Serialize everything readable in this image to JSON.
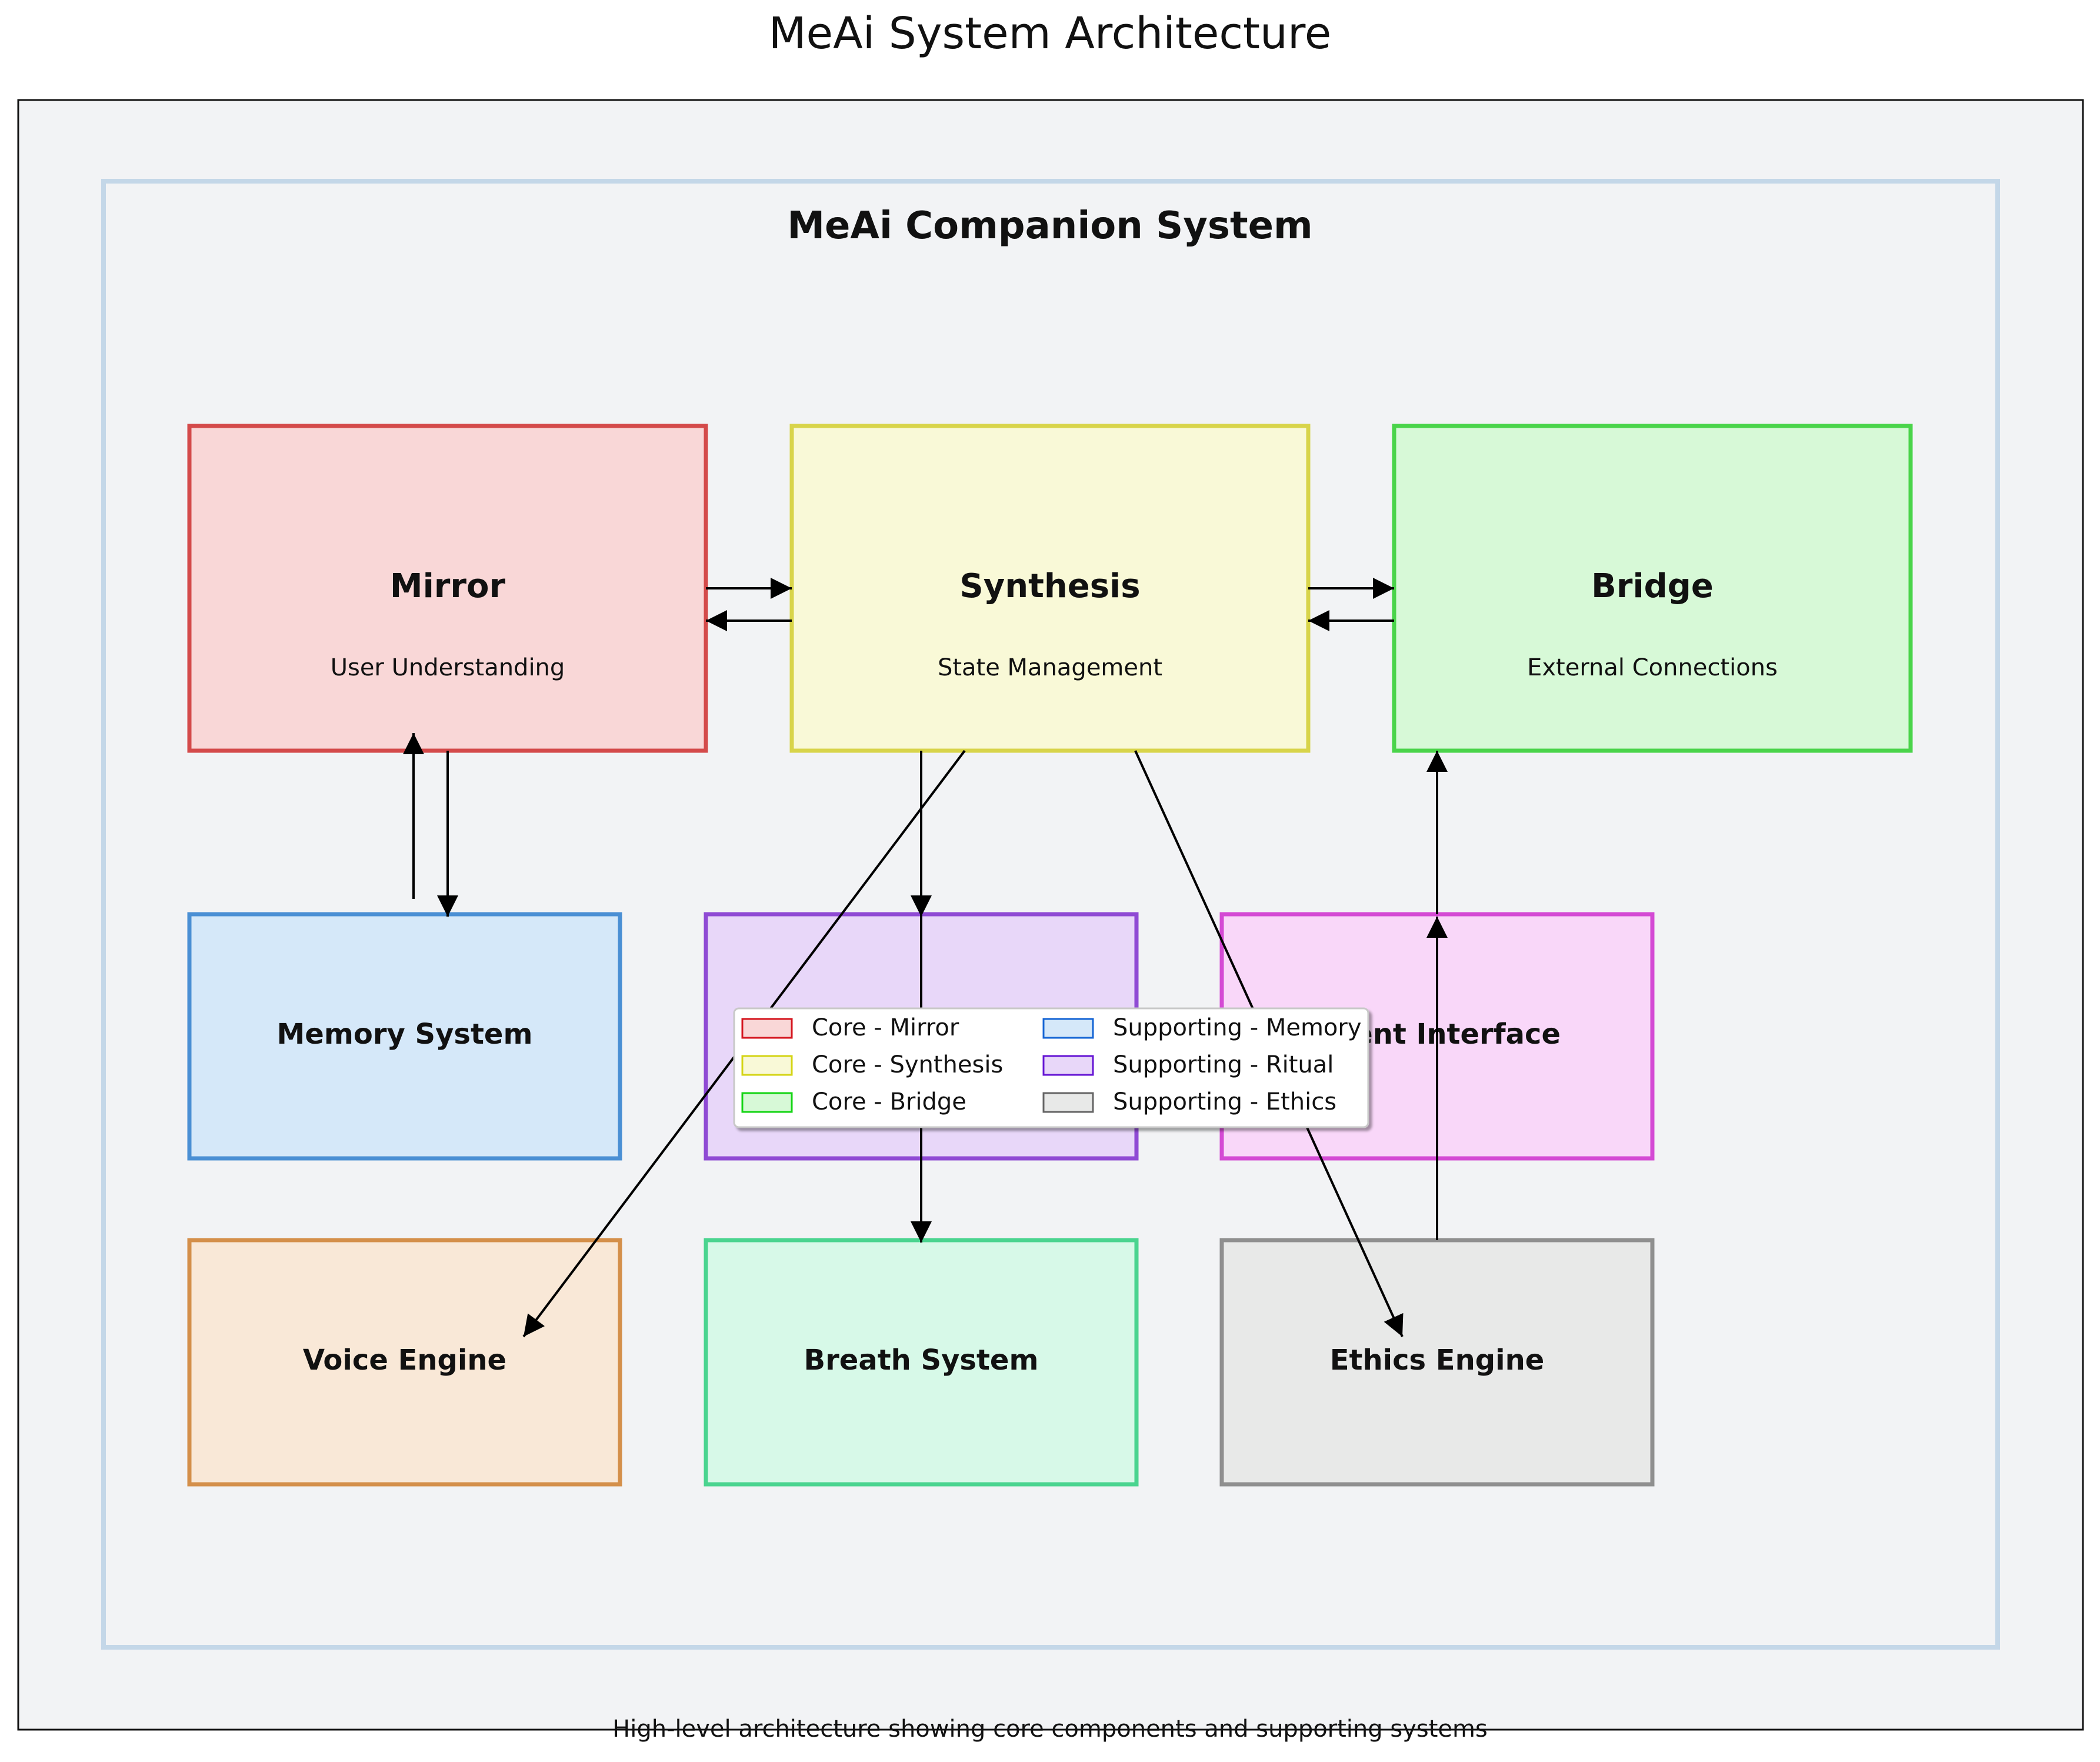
{
  "title": "MeAi System Architecture",
  "caption": "High-level architecture showing core components and supporting systems",
  "container": {
    "title": "MeAi Companion System"
  },
  "nodes": {
    "mirror": {
      "title": "Mirror",
      "subtitle": "User Understanding",
      "fill": "#f9d7d7",
      "stroke": "#d44a4a"
    },
    "synthesis": {
      "title": "Synthesis",
      "subtitle": "State Management",
      "fill": "#f9f9d7",
      "stroke": "#d8d44a"
    },
    "bridge": {
      "title": "Bridge",
      "subtitle": "External Connections",
      "fill": "#d7f9d7",
      "stroke": "#4ad44a"
    },
    "memory": {
      "title": "Memory System",
      "fill": "#d5e8f9",
      "stroke": "#4a8fd4"
    },
    "ritual": {
      "title": "",
      "fill": "#e8d7f9",
      "stroke": "#8f4ad4"
    },
    "client": {
      "title": "Client Interface",
      "fill": "#f9d7f9",
      "stroke": "#d44ad4"
    },
    "voice": {
      "title": "Voice Engine",
      "fill": "#f9e8d7",
      "stroke": "#d48f4a"
    },
    "breath": {
      "title": "Breath System",
      "fill": "#d7f9e8",
      "stroke": "#4ad48f"
    },
    "ethics": {
      "title": "Ethics Engine",
      "fill": "#e8e9e8",
      "stroke": "#8f8f8f"
    }
  },
  "legend": {
    "items": [
      {
        "label": "Core - Mirror",
        "fill": "#f9d7d7",
        "stroke": "#d4141e"
      },
      {
        "label": "Core - Synthesis",
        "fill": "#f9f9d7",
        "stroke": "#d4d414"
      },
      {
        "label": "Core - Bridge",
        "fill": "#d7f9d7",
        "stroke": "#14d414"
      },
      {
        "label": "Supporting - Memory",
        "fill": "#d5e8f9",
        "stroke": "#1464d4"
      },
      {
        "label": "Supporting - Ritual",
        "fill": "#e8d7f9",
        "stroke": "#6414d4"
      },
      {
        "label": "Supporting - Ethics",
        "fill": "#e8e9e8",
        "stroke": "#646464"
      }
    ]
  },
  "colors": {
    "background": "#f2f3f5",
    "container_border": "#c4d7e8",
    "edge": "#000000"
  }
}
